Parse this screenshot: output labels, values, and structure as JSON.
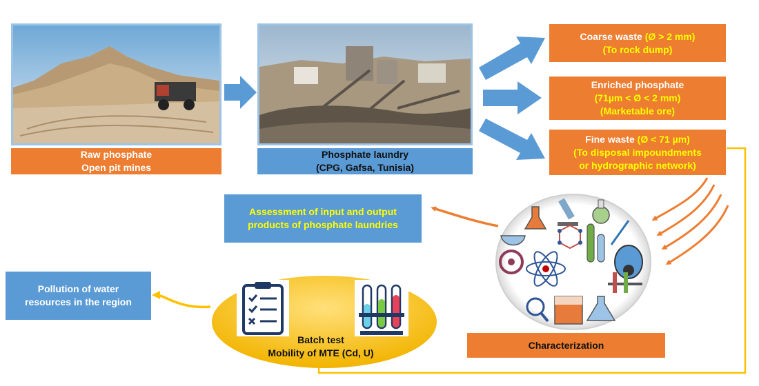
{
  "raw": {
    "line1": "Raw phosphate",
    "line2": "Open pit mines"
  },
  "laundry": {
    "line1": "Phosphate laundry",
    "line2": "(CPG, Gafsa, Tunisia)"
  },
  "coarse": {
    "label": "Coarse waste",
    "size": "(Ø > 2 mm)",
    "dest": "(To rock  dump)"
  },
  "enriched": {
    "label": "Enriched phosphate",
    "size": "(71µm < Ø < 2 mm)",
    "dest": "(Marketable ore)"
  },
  "fine": {
    "label": "Fine waste",
    "size": "(Ø <  71 µm)",
    "dest1": "(To disposal impoundments",
    "dest2": "or hydrographic network)"
  },
  "assessment": {
    "line1": "Assessment of input and output",
    "line2": "products of phosphate laundries"
  },
  "characterization": {
    "label": "Characterization"
  },
  "batch": {
    "line1": "Batch test",
    "line2": "Mobility of MTE (Cd, U)"
  },
  "pollution": {
    "line1": "Pollution of water",
    "line2": "resources in the region"
  },
  "colors": {
    "orange": "#ED7D31",
    "blue": "#5B9BD5",
    "yellow": "#FFC000",
    "label_yellow": "#FFFF00"
  },
  "icons": [
    "open-pit-mine-photo",
    "phosphate-laundry-photo",
    "lab-equipment-icon",
    "clipboard-checklist-icon",
    "test-tubes-icon"
  ]
}
